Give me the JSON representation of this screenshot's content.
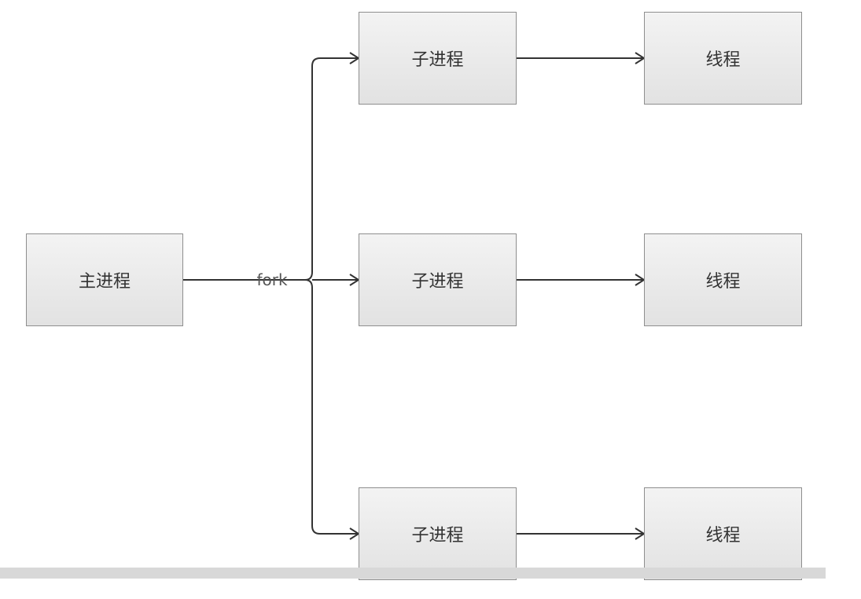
{
  "main_process": {
    "label": "主进程"
  },
  "edge_label": "fork",
  "branches": [
    {
      "child": "子进程",
      "thread": "线程"
    },
    {
      "child": "子进程",
      "thread": "线程"
    },
    {
      "child": "子进程",
      "thread": "线程"
    }
  ],
  "colors": {
    "box_border": "#8e8e8e",
    "box_fill_top": "#f3f3f3",
    "box_fill_bottom": "#e2e2e2",
    "line": "#333333",
    "text": "#333333"
  }
}
